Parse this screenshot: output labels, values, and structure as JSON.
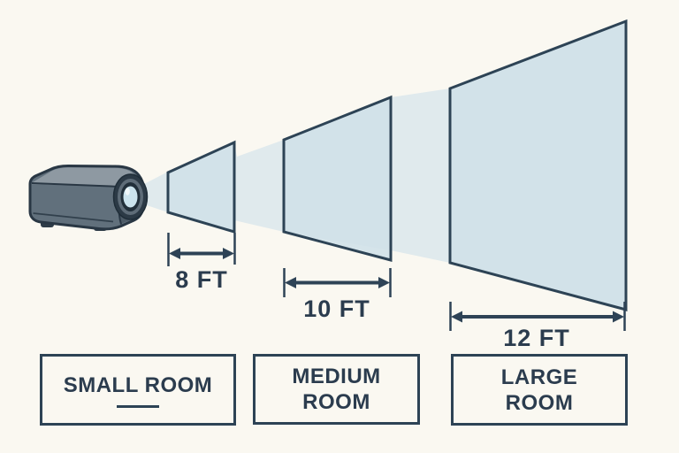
{
  "diagram": {
    "subject": "projector throw distance by room size",
    "projector_icon": "projector-icon",
    "measurements": [
      {
        "id": "small",
        "distance": "8 FT",
        "room_line1": "SMALL ROOM",
        "room_line2": ""
      },
      {
        "id": "medium",
        "distance": "10 FT",
        "room_line1": "MEDIUM",
        "room_line2": "ROOM"
      },
      {
        "id": "large",
        "distance": "12 FT",
        "room_line1": "LARGE",
        "room_line2": "ROOM"
      }
    ],
    "colors": {
      "background": "#faf8f1",
      "beam": "#e0eaed",
      "screen_fill": "#cfe0e8",
      "outline": "#2d4355",
      "text": "#2b3c4e",
      "projector_body": "#61707c",
      "projector_top": "#8e99a2",
      "lens_glass": "#cbe3ed"
    }
  }
}
